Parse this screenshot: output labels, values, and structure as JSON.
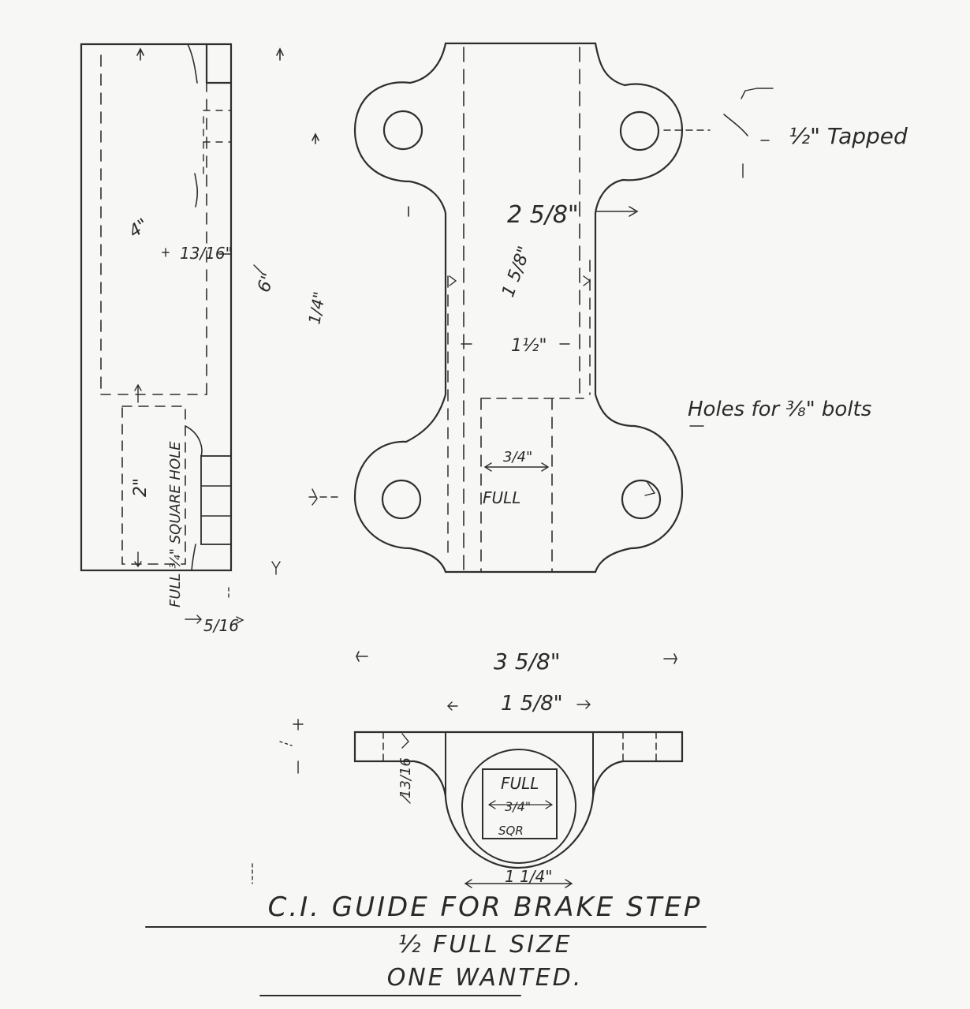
{
  "title": {
    "line1": "C.I. GUIDE FOR BRAKE STEP",
    "line2": "½ FULL SIZE",
    "line3": "ONE WANTED."
  },
  "annotations": {
    "tapped": "½\" Tapped",
    "holes_for_bolts": "Holes for ⅜\" bolts",
    "full": "FULL",
    "square_hole": "FULL ¾\" SQUARE HOLE",
    "full_sqr_top": "FULL",
    "full_sqr_bottom": "SQR"
  },
  "dimensions": {
    "d_4": "4\"",
    "d_13_16": "13/16\"",
    "d_6": "6\"",
    "d_1_4": "1/4\"",
    "d_2": "2\"",
    "d_5_16": "5/16",
    "d_2_5_8": "2 5/8\"",
    "d_1_5_8_top": "1 5/8\"",
    "d_1_1_2": "1½\"",
    "d_3_4": "3/4\"",
    "d_3_5_8": "3 5/8\"",
    "d_1_5_8": "1 5/8\"",
    "d_13_16_b": "13/16",
    "d_3_4_b": "3/4\"",
    "d_1_1_4": "1 1/4\""
  },
  "colors": {
    "ink": "#2e2e2e",
    "paper": "#f7f7f5"
  }
}
